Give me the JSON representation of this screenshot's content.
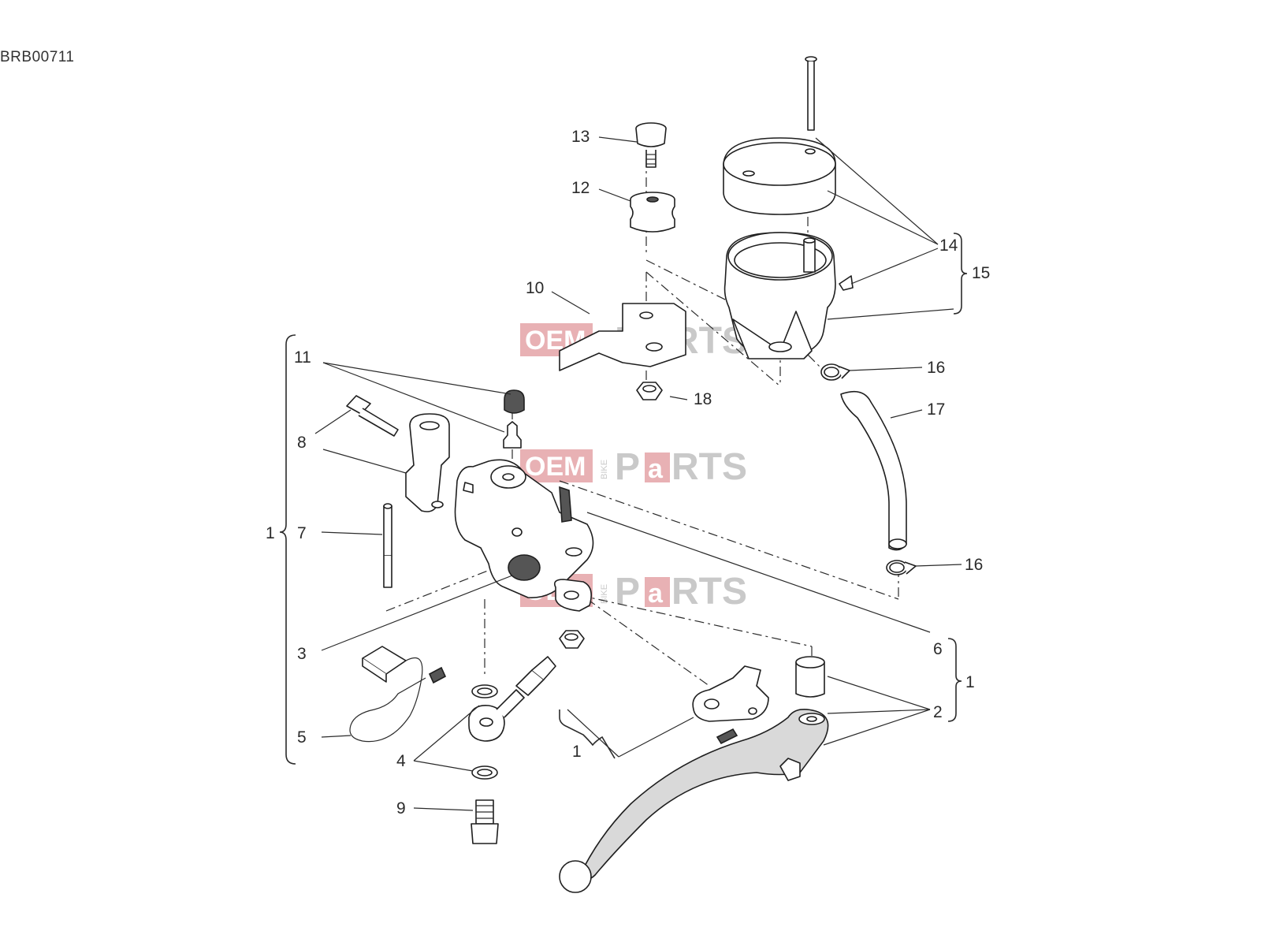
{
  "document_code": "BRB00711",
  "callouts": {
    "c1": "1",
    "c2": "2",
    "c3": "3",
    "c4": "4",
    "c5": "5",
    "c6": "6",
    "c7": "7",
    "c8": "8",
    "c9": "9",
    "c10": "10",
    "c11": "11",
    "c12": "12",
    "c13": "13",
    "c14": "14",
    "c15": "15",
    "c16": "16",
    "c17": "17",
    "c18": "18"
  },
  "watermark": {
    "part1": "OEM",
    "part2": "BIKE",
    "part3": "P",
    "part4": "a",
    "part5": "RTS"
  }
}
